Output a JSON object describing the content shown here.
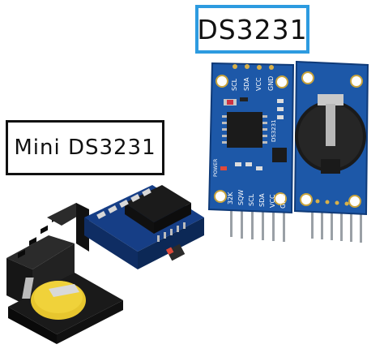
{
  "labels": {
    "ds3231": "DS3231",
    "mini_ds3231": "Mini DS3231"
  },
  "board_front": {
    "top_pins": [
      "SCL",
      "SDA",
      "VCC",
      "GND"
    ],
    "bottom_pins": [
      "32K",
      "SQW",
      "SCL",
      "SDA",
      "VCC",
      "GND"
    ],
    "chip_label": "DS3231",
    "power_label": "POWER"
  },
  "colors": {
    "ds_box_border": "#2d9be0",
    "pcb_blue": "#1d58a8",
    "pcb_dark": "#0f3a78",
    "chip_black": "#1b1b1b",
    "battery_yellow": "#f0d23a",
    "holder_black": "#1a1a1a",
    "pin_gray": "#9aa0a6"
  }
}
